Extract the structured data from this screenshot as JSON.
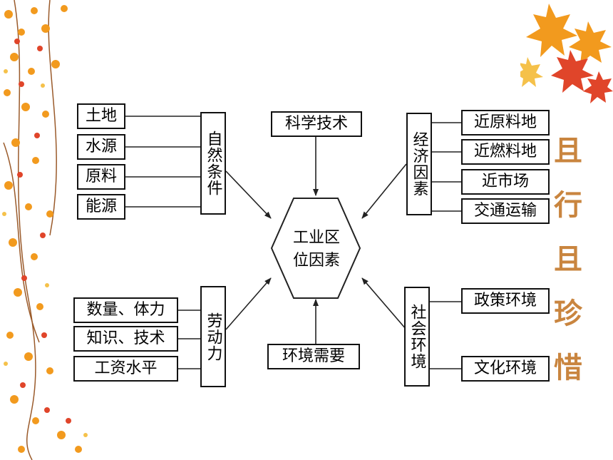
{
  "center": "工业区位因素",
  "natural": {
    "label": "自然条件",
    "items": [
      "土地",
      "水源",
      "原料",
      "能源"
    ]
  },
  "science": "科学技术",
  "economic": {
    "label": "经济因素",
    "items": [
      "近原料地",
      "近燃料地",
      "近市场",
      "交通运输"
    ]
  },
  "labor": {
    "label": "劳动力",
    "items": [
      "数量、体力",
      "知识、技术",
      "工资水平"
    ]
  },
  "environment": "环境需要",
  "social": {
    "label": "社会环境",
    "items": [
      "政策环境",
      "文化环境"
    ]
  },
  "slogan": "且行且珍惜",
  "colors": {
    "line": "#222222",
    "slogan": "#c0701e",
    "leaf_orange": "#f29a1e",
    "leaf_red": "#e0452a",
    "stem": "#9a5a2a"
  }
}
